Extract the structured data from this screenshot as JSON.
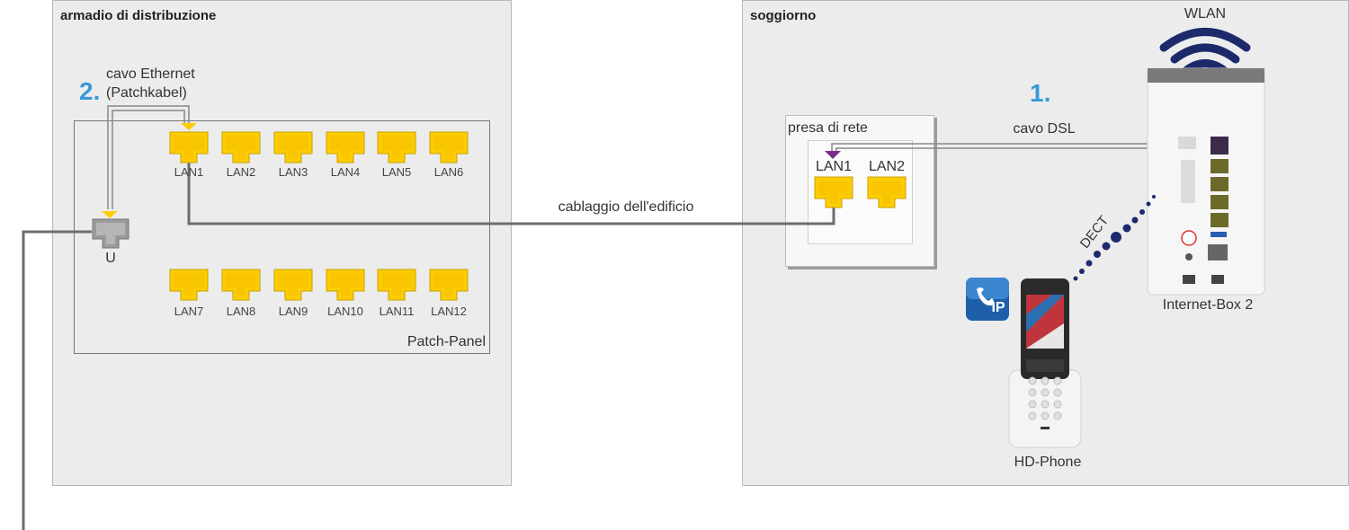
{
  "cabinet": {
    "title": "armadio di distribuzione",
    "step_number": "2.",
    "patch_cable_line1": "cavo Ethernet",
    "patch_cable_line2": "(Patchkabel)",
    "uplink_label": "U",
    "patch_panel_label": "Patch-Panel",
    "ports_row1": [
      "LAN1",
      "LAN2",
      "LAN3",
      "LAN4",
      "LAN5",
      "LAN6"
    ],
    "ports_row2": [
      "LAN7",
      "LAN8",
      "LAN9",
      "LAN10",
      "LAN11",
      "LAN12"
    ]
  },
  "building_cable_label": "cablaggio dell'edificio",
  "living_room": {
    "title": "soggiorno",
    "step_number": "1.",
    "dsl_cable_label": "cavo DSL",
    "wall_socket_title": "presa di rete",
    "socket_ports": [
      "LAN1",
      "LAN2"
    ],
    "wlan_label": "WLAN",
    "router_label": "Internet-Box 2",
    "phone_label": "HD-Phone",
    "dect_label": "DECT",
    "ip_badge": "IP"
  },
  "colors": {
    "port_yellow": "#fccd00",
    "cable_gray": "#6d6d6d",
    "step_blue": "#3a9ad9",
    "dsl_purple": "#7b2d8a",
    "wifi_navy": "#1c2a6b",
    "room_bg": "#ececec"
  },
  "icons": [
    "wifi-icon",
    "dect-dots-icon",
    "ip-phone-badge-icon",
    "handset-icon",
    "router-icon",
    "rj45-port-icon"
  ]
}
